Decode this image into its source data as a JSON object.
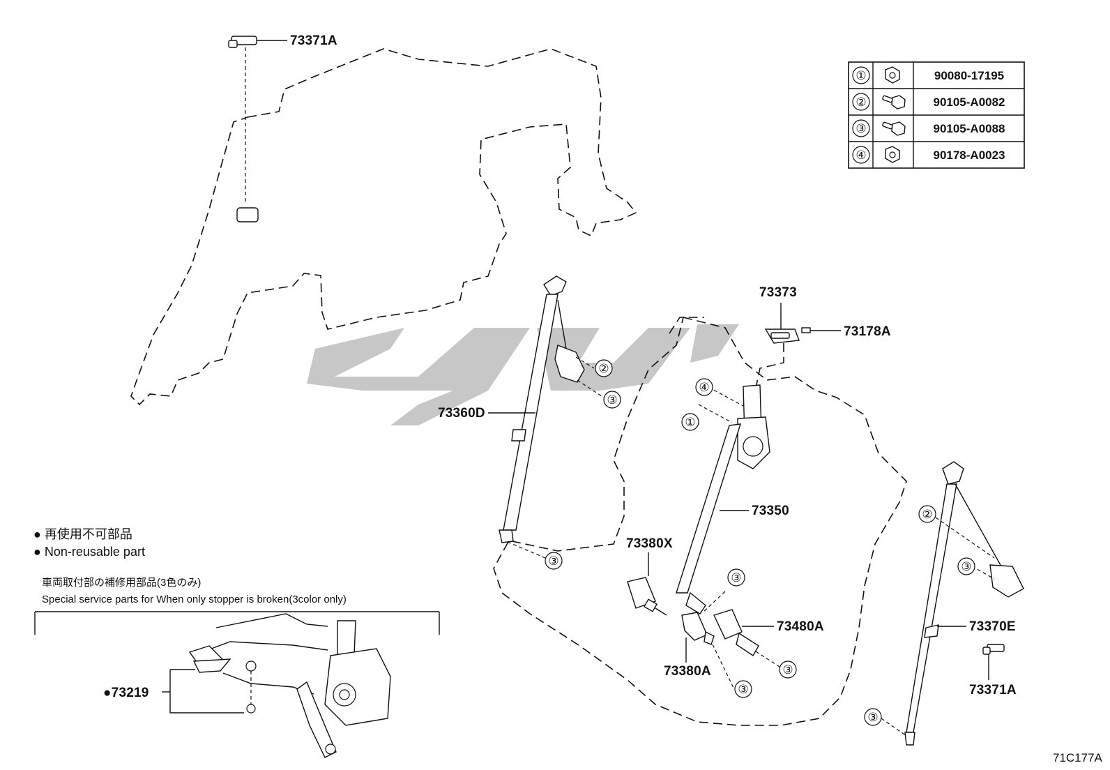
{
  "fastener_table": [
    {
      "key": "①",
      "part": "90080-17195",
      "icon": "nut-icon"
    },
    {
      "key": "②",
      "part": "90105-A0082",
      "icon": "bolt-icon"
    },
    {
      "key": "③",
      "part": "90105-A0088",
      "icon": "bolt-icon"
    },
    {
      "key": "④",
      "part": "90178-A0023",
      "icon": "nut-icon"
    }
  ],
  "part_labels": {
    "clip_top": "73371A",
    "upper_belt_left": "73360D",
    "cover": "73373",
    "clip_cover": "73178A",
    "center_belt": "73350",
    "buckle_x": "73380X",
    "buckle_a": "73380A",
    "buckle_480": "73480A",
    "right_belt": "73370E",
    "clip_right": "73371A",
    "stopper": "●73219"
  },
  "callouts": {
    "c1": "①",
    "c2": "②",
    "c3": "③",
    "c4": "④"
  },
  "legend": {
    "jp": "● 再使用不可部品",
    "en": "● Non-reusable part"
  },
  "special": {
    "jp": "車両取付部の補修用部品(3色のみ)",
    "en": "Special service parts for When only stopper is broken(3color only)"
  },
  "figure_code": "71C177A",
  "colors": {
    "line": "#111111",
    "watermark": "#bdbdbd",
    "background": "#ffffff"
  }
}
